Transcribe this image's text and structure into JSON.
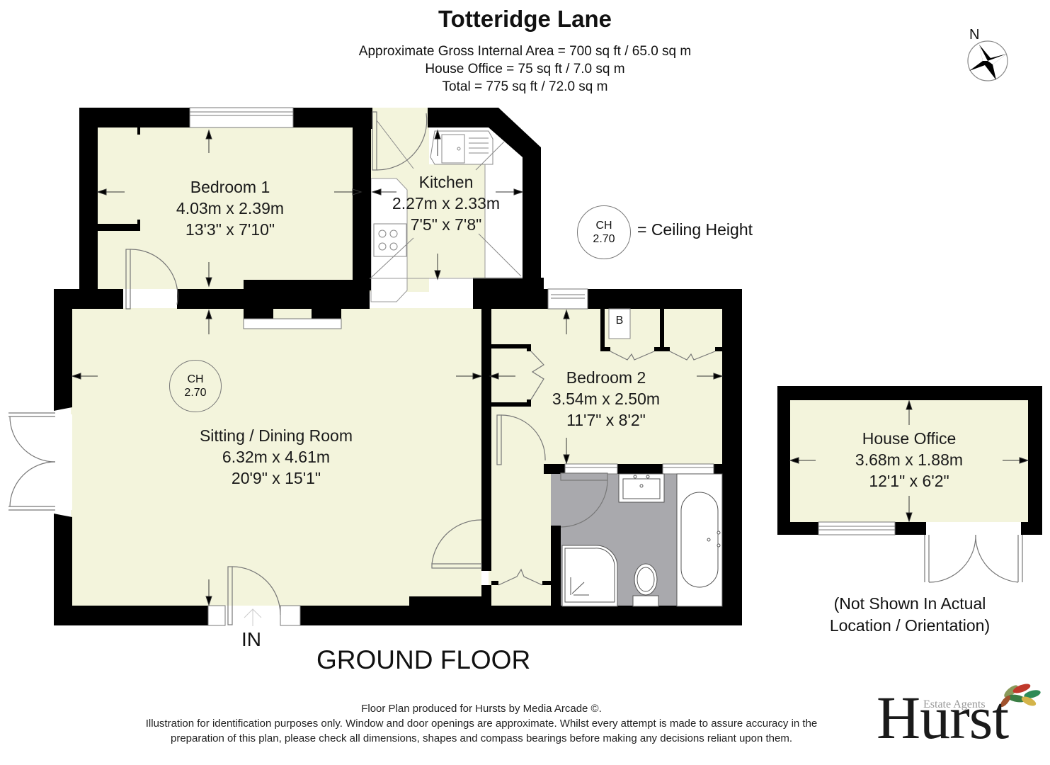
{
  "header": {
    "title": "Totteridge Lane",
    "area_lines": [
      "Approximate Gross Internal Area = 700 sq ft / 65.0 sq m",
      "House Office = 75 sq ft / 7.0 sq m",
      "Total = 775 sq ft / 72.0 sq m"
    ]
  },
  "compass": {
    "label": "N"
  },
  "legend": {
    "ch_code": "CH",
    "ch_value": "2.70",
    "ch_text": "= Ceiling Height"
  },
  "rooms": [
    {
      "name": "Bedroom 1",
      "metric": "4.03m x 2.39m",
      "imperial": "13'3\" x 7'10\""
    },
    {
      "name": "Kitchen",
      "metric": "2.27m x 2.33m",
      "imperial": "7'5\" x 7'8\""
    },
    {
      "name": "Sitting / Dining Room",
      "metric": "6.32m x 4.61m",
      "imperial": "20'9\" x 15'1\""
    },
    {
      "name": "Bedroom 2",
      "metric": "3.54m x 2.50m",
      "imperial": "11'7\" x 8'2\""
    },
    {
      "name": "House Office",
      "metric": "3.68m x 1.88m",
      "imperial": "12'1\" x 6'2\""
    }
  ],
  "sitting_room_ch": {
    "code": "CH",
    "value": "2.70"
  },
  "boiler_label": "B",
  "entrance_label": "IN",
  "floor_label": "GROUND FLOOR",
  "office_note": [
    "(Not Shown In Actual",
    "Location / Orientation)"
  ],
  "footer": {
    "line1": "Floor Plan produced for Hursts by Media Arcade ©.",
    "line2": "Illustration for identification purposes only. Window and door openings are approximate. Whilst every attempt is made to assure accuracy in the",
    "line3": "preparation of this plan, please check all dimensions, shapes and compass bearings before making any decisions reliant upon them."
  },
  "logo": {
    "word": "Hurst",
    "tagline": "Estate Agents"
  },
  "colors": {
    "floor": "#f3f4dc",
    "wall": "#000000",
    "bathroom": "#a9a9ad",
    "fixture": "#ffffff",
    "line": "#666666"
  }
}
